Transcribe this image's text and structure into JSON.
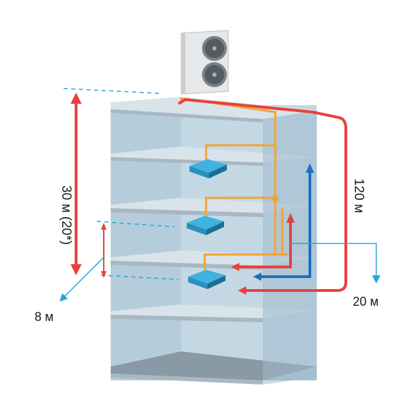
{
  "labels": {
    "height_total": "30 м (20*)",
    "pipe_length": "120 м",
    "height_between_indoor": "8 м",
    "branch_length": "20 м"
  },
  "colors": {
    "wall_light": "#c4d8e4",
    "wall_mid": "#a9c3d3",
    "wall_dark": "#8fb0c3",
    "floor_top": "#d9e3ea",
    "floor_edge": "#a8b8c3",
    "orange_pipe": "#f4a331",
    "red_pipe": "#e8413a",
    "blue_pipe": "#1f6fbf",
    "cyan_line": "#2aa4d8",
    "indoor_unit": "#3fb3e0"
  },
  "icons": [
    "outdoor-unit-icon",
    "indoor-unit-icon"
  ]
}
